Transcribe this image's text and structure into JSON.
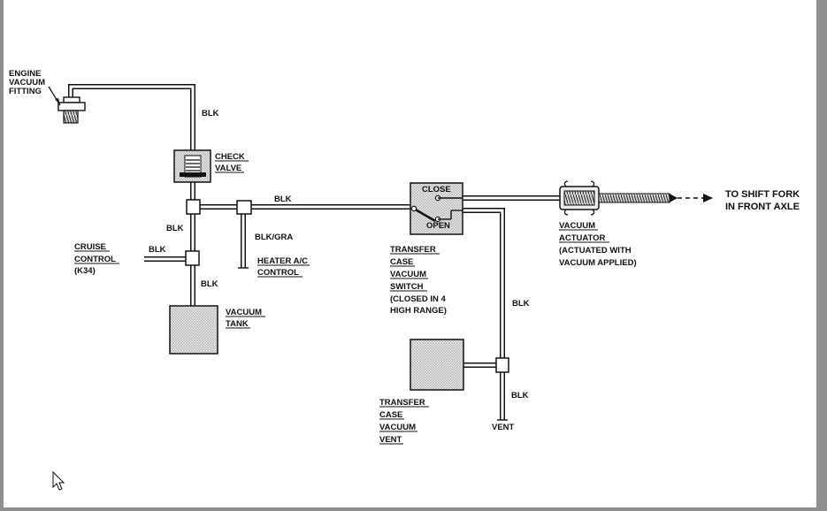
{
  "diagram": {
    "engine_fitting": [
      "ENGINE",
      "VACUUM",
      "FITTING"
    ],
    "check_valve": [
      "CHECK",
      "VALVE"
    ],
    "cruise_control": [
      "CRUISE",
      "CONTROL",
      "(K34)"
    ],
    "heater_ac": [
      "HEATER A/C",
      "CONTROL"
    ],
    "vacuum_tank": [
      "VACUUM",
      "TANK"
    ],
    "switch_label": [
      "TRANSFER",
      "CASE",
      "VACUUM",
      "SWITCH",
      "(CLOSED IN 4",
      "HIGH RANGE)"
    ],
    "switch_close": "CLOSE",
    "switch_open": "OPEN",
    "actuator": [
      "VACUUM",
      "ACTUATOR",
      "(ACTUATED WITH",
      "VACUUM APPLIED)"
    ],
    "shift_fork": [
      "TO SHIFT FORK",
      "IN FRONT AXLE"
    ],
    "vent_box": [
      "TRANSFER",
      "CASE",
      "VACUUM",
      "VENT"
    ],
    "vent_label": "VENT",
    "wire_blk": "BLK",
    "wire_blk_gra": "BLK/GRA"
  },
  "colors": {
    "line": "#111111",
    "frame": "#8e8e8e",
    "background": "#ffffff"
  }
}
